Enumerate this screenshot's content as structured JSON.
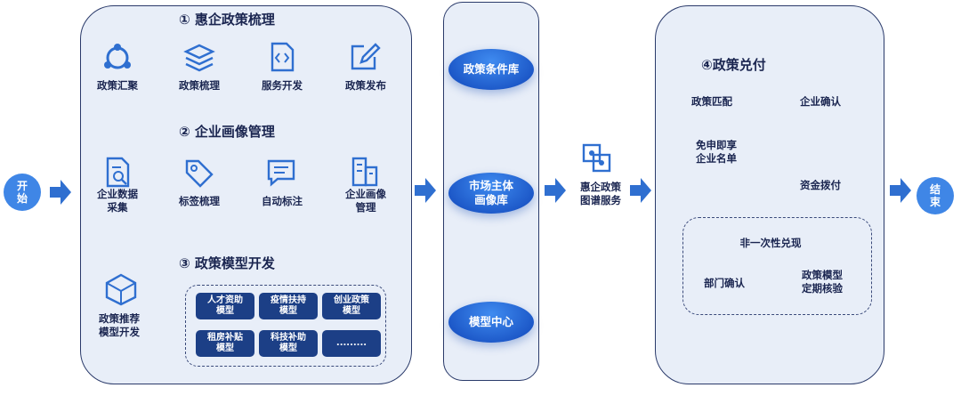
{
  "start": "开始",
  "end": "结束",
  "sections": {
    "s1_title": "① 惠企政策梳理",
    "s1_steps": [
      "政策汇聚",
      "政策梳理",
      "服务开发",
      "政策发布"
    ],
    "s2_title": "② 企业画像管理",
    "s2_steps": [
      "企业数据\n采集",
      "标签梳理",
      "自动标注",
      "企业画像\n管理"
    ],
    "s3_title": "③ 政策模型开发",
    "s3_left": "政策推荐\n模型开发",
    "s3_models": [
      "人才资助\n模型",
      "疫情扶持\n模型",
      "创业政策\n模型",
      "租房补贴\n模型",
      "科技补助\n模型",
      "........."
    ]
  },
  "databases": [
    "政策条件库",
    "市场主体\n画像库",
    "模型中心"
  ],
  "service": "惠企政策\n图谱服务",
  "redeem": {
    "title": "④政策兑付",
    "match": "政策匹配",
    "confirm": "企业确认",
    "exempt": "免申即享\n企业名单",
    "fund": "资金拨付",
    "non_once": "非一次性兑现",
    "dept": "部门确认",
    "review": "政策模型\n定期核验"
  },
  "colors": {
    "accent": "#3f86e6",
    "dark_box": "#1c3f86",
    "panel": "#e8eef8"
  }
}
